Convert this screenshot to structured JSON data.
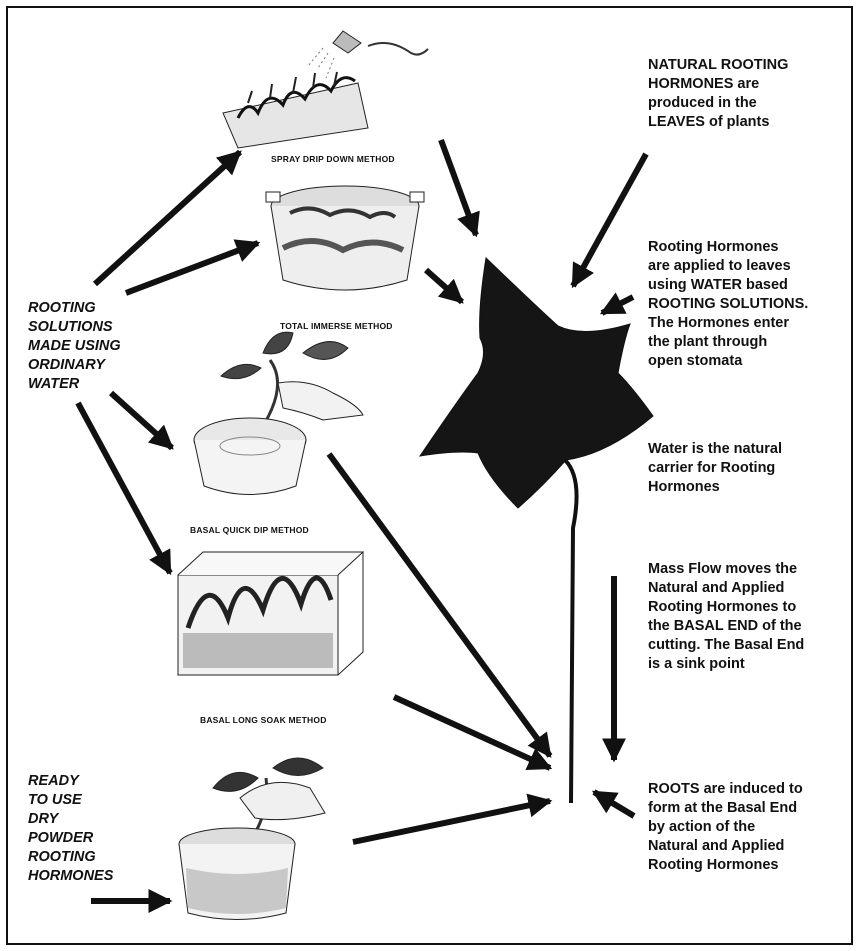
{
  "left_labels": {
    "rooting_solutions": "ROOTING\nSOLUTIONS\nMADE USING\nORDINARY\nWATER",
    "ready_to_use": "READY\nTO USE\nDRY\nPOWDER\nROOTING\nHORMONES"
  },
  "methods": {
    "spray": "SPRAY DRIP DOWN METHOD",
    "immerse": "TOTAL IMMERSE METHOD",
    "quick_dip": "BASAL QUICK DIP METHOD",
    "long_soak": "BASAL LONG SOAK METHOD"
  },
  "right_notes": {
    "natural": "NATURAL ROOTING\nHORMONES  are\nproduced in the\nLEAVES of plants",
    "applied": "Rooting Hormones\nare applied to leaves\nusing WATER based\nROOTING SOLUTIONS.\nThe Hormones enter\nthe plant through\nopen stomata",
    "water_carrier": "Water is the natural\ncarrier for Rooting\nHormones",
    "mass_flow": "Mass Flow moves the\nNatural and Applied\nRooting Hormones to\nthe BASAL END of the\ncutting. The Basal End\nis a sink point",
    "roots": "ROOTS are induced to\nform at the Basal End\nby action of the\nNatural and Applied\nRooting Hormones"
  },
  "colors": {
    "ink": "#111111",
    "leaf": "#151515"
  }
}
